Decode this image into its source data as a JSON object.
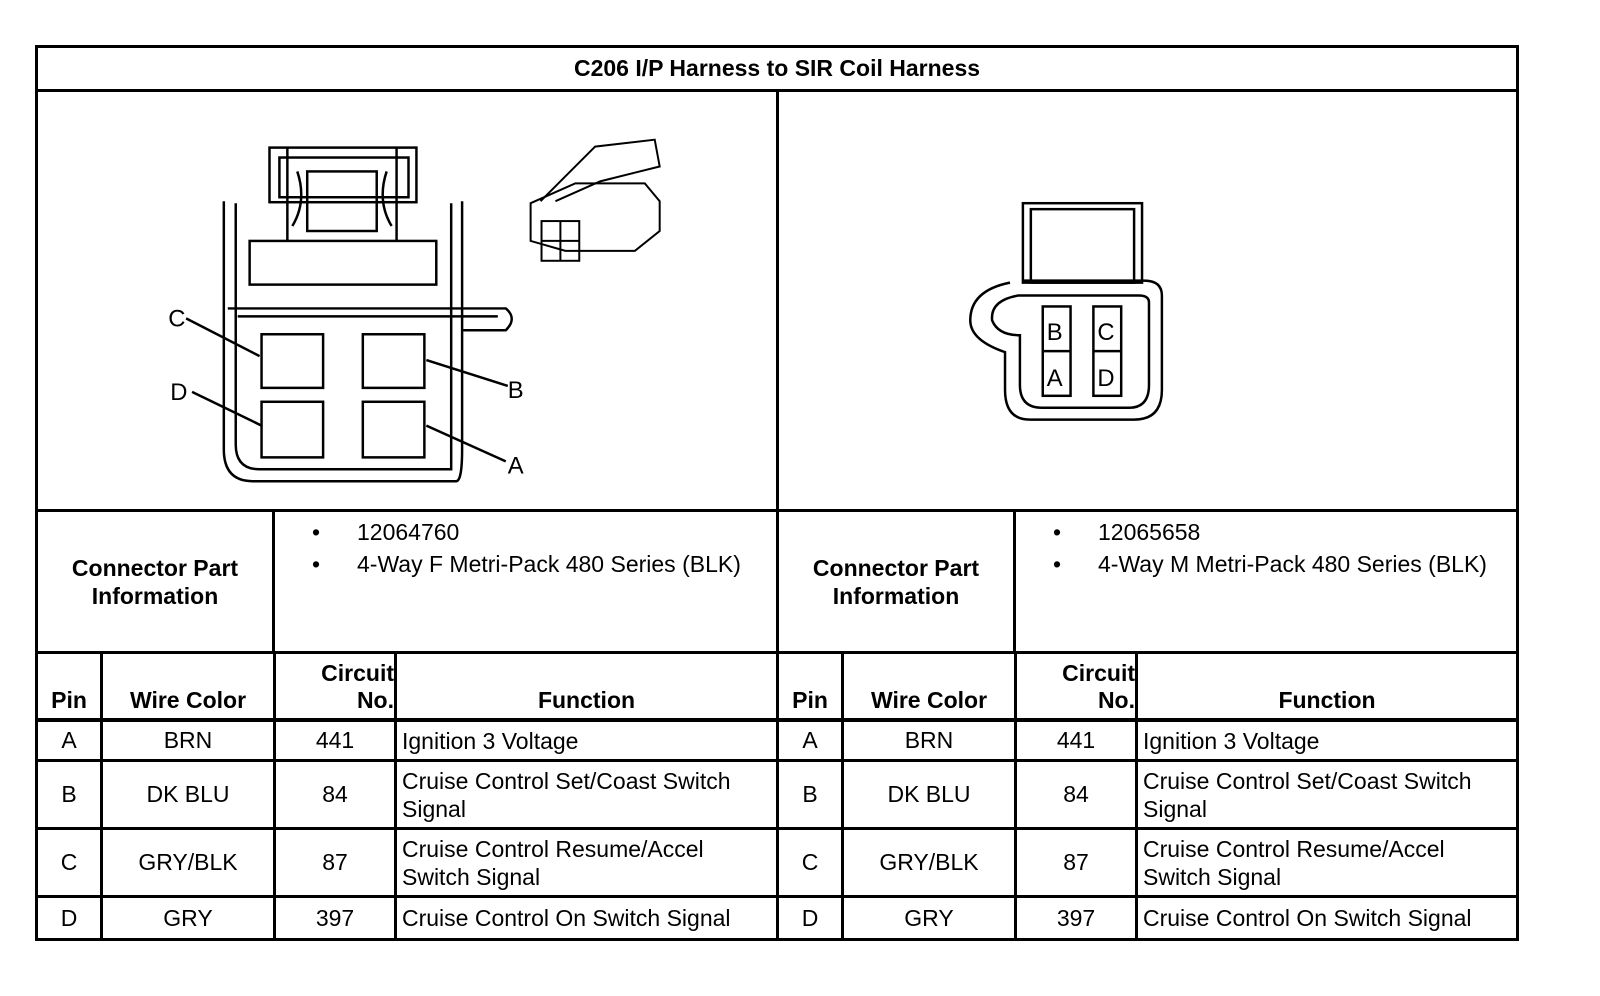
{
  "title": "C206 I/P Harness to SIR Coil Harness",
  "left_connector": {
    "pin_callouts": [
      "C",
      "D",
      "B",
      "A"
    ],
    "info_label_line1": "Connector Part",
    "info_label_line2": "Information",
    "bullet": "•",
    "part_items": [
      "12064760",
      "4-Way F Metri-Pack 480 Series (BLK)"
    ]
  },
  "right_connector": {
    "pin_callouts": [
      "B",
      "C",
      "A",
      "D"
    ],
    "info_label_line1": "Connector Part",
    "info_label_line2": "Information",
    "bullet": "•",
    "part_items": [
      "12065658",
      "4-Way M Metri-Pack 480 Series (BLK)"
    ]
  },
  "table_headers": {
    "pin": "Pin",
    "wire_color": "Wire Color",
    "circuit_line1": "Circuit",
    "circuit_line2": "No.",
    "function": "Function"
  },
  "rows_left": [
    {
      "pin": "A",
      "wire": "BRN",
      "circuit": "441",
      "function": "Ignition 3 Voltage"
    },
    {
      "pin": "B",
      "wire": "DK BLU",
      "circuit": "84",
      "function": "Cruise Control Set/Coast Switch Signal"
    },
    {
      "pin": "C",
      "wire": "GRY/BLK",
      "circuit": "87",
      "function": "Cruise Control Resume/Accel Switch Signal"
    },
    {
      "pin": "D",
      "wire": "GRY",
      "circuit": "397",
      "function": "Cruise Control On Switch Signal"
    }
  ],
  "rows_right": [
    {
      "pin": "A",
      "wire": "BRN",
      "circuit": "441",
      "function": "Ignition 3 Voltage"
    },
    {
      "pin": "B",
      "wire": "DK BLU",
      "circuit": "84",
      "function": "Cruise Control Set/Coast Switch Signal"
    },
    {
      "pin": "C",
      "wire": "GRY/BLK",
      "circuit": "87",
      "function": "Cruise Control Resume/Accel Switch Signal"
    },
    {
      "pin": "D",
      "wire": "GRY",
      "circuit": "397",
      "function": "Cruise Control On Switch Signal"
    }
  ]
}
